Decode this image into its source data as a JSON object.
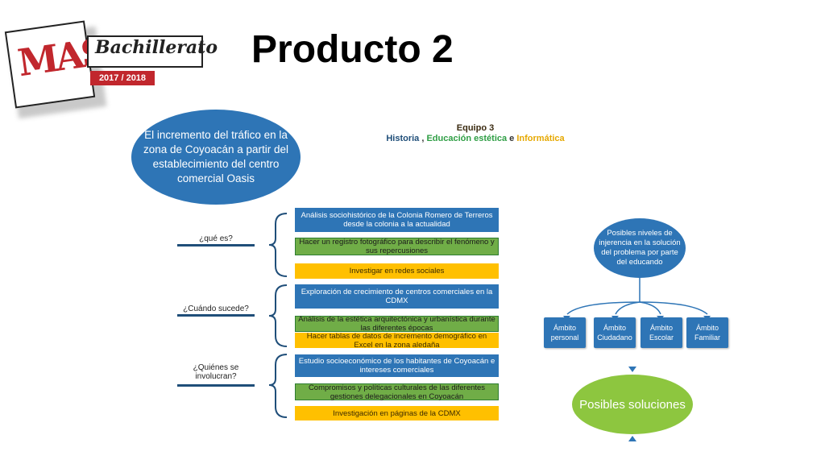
{
  "logo": {
    "mark": "MAS",
    "brand": "Bachillerato",
    "years": "2017 / 2018"
  },
  "title": "Producto 2",
  "problem": "El incremento del tráfico en la zona de Coyoacán a partir del establecimiento del centro comercial Oasis",
  "team": {
    "title": "Equipo 3",
    "subjects": [
      {
        "text": "Historia",
        "color": "#1f4e79"
      },
      {
        "text": " , ",
        "color": "#333333"
      },
      {
        "text": "Educación estética",
        "color": "#2e9e44"
      },
      {
        "text": " e ",
        "color": "#333333"
      },
      {
        "text": "Informática",
        "color": "#e6a800"
      }
    ]
  },
  "questions": [
    {
      "label": "¿qué es?",
      "items": [
        {
          "text": "Análisis sociohistórico de la Colonia Romero de Terreros desde la colonia a la actualidad",
          "kind": "blue"
        },
        {
          "text": "Hacer un registro fotográfico para describir el fenómeno y sus repercusiones",
          "kind": "green"
        },
        {
          "text": "Investigar en redes sociales",
          "kind": "yellow"
        }
      ]
    },
    {
      "label": "¿Cuándo sucede?",
      "items": [
        {
          "text": "Exploración de crecimiento  de centros comerciales en la CDMX",
          "kind": "blue"
        },
        {
          "text": "Análisis de la estética arquitectónica y urbanística durante las diferentes épocas",
          "kind": "green"
        },
        {
          "text": "Hacer tablas de datos de incremento demográfico en Excel en la zona aledaña",
          "kind": "yellow"
        }
      ]
    },
    {
      "label": "¿Quiénes se involucran?",
      "items": [
        {
          "text": "Estudio socioeconómico de los habitantes de Coyoacán e intereses comerciales",
          "kind": "blue"
        },
        {
          "text": "Compromisos y políticas culturales de las diferentes gestiones delegacionales en Coyoacán",
          "kind": "green"
        },
        {
          "text": "Investigación en páginas de la CDMX",
          "kind": "yellow"
        }
      ]
    }
  ],
  "niveles": "Posibles niveles de injerencia en la solución del problema por parte del educando",
  "ambitos": [
    "Ámbito personal",
    "Ámbito Ciudadano",
    "Ámbito Escolar",
    "Ámbito Familiar"
  ],
  "soluciones": "Posibles soluciones",
  "colors": {
    "blue": "#2e75b6",
    "green": "#70ad47",
    "yellow": "#ffc000",
    "lightgreen": "#8dc63f",
    "navy": "#1f4e79",
    "logo_red": "#c1272d"
  }
}
